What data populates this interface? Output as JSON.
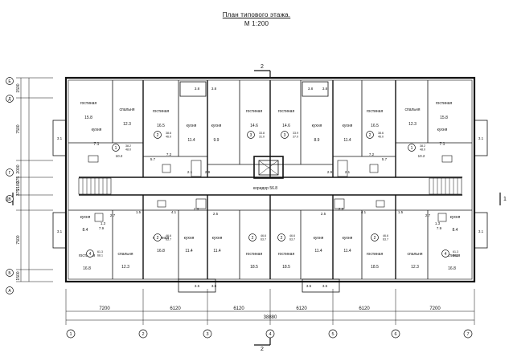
{
  "title": "План типового этажа.",
  "scale": "М 1:200",
  "corridor": {
    "label": "коридор",
    "area": "56.8"
  },
  "section_mark": "2",
  "side_mark": "1",
  "axes_letters": [
    "Е",
    "Д",
    "Г",
    "В",
    "Б",
    "А"
  ],
  "axes_numbers": [
    "1",
    "2",
    "3",
    "4",
    "5",
    "6",
    "7"
  ],
  "dims_bottom": [
    "7200",
    "6120",
    "6120",
    "6120",
    "6120",
    "7200"
  ],
  "dim_total": "38880",
  "dims_left": [
    "1500",
    "7500",
    "2000",
    "375",
    "2180",
    "375",
    "7500",
    "1500"
  ],
  "rooms_top": [
    {
      "name": "гостиная",
      "area": "15.8"
    },
    {
      "name": "спальня",
      "area": "12.3"
    },
    {
      "name": "кухня",
      "area": "7.1"
    },
    {
      "name": "гостиная",
      "area": "16.5"
    },
    {
      "name": "кухня",
      "area": "11.4"
    },
    {
      "name": "кухня",
      "area": "9.9"
    },
    {
      "name": "гостиная",
      "area": "14.6"
    },
    {
      "name": "гостиная",
      "area": "14.6"
    },
    {
      "name": "кухня",
      "area": "8.9"
    },
    {
      "name": "кухня",
      "area": "11.4"
    },
    {
      "name": "гостиная",
      "area": "16.5"
    },
    {
      "name": "спальня",
      "area": "12.3"
    },
    {
      "name": "гостиная",
      "area": "15.8"
    },
    {
      "name": "кухня",
      "area": "7.1"
    }
  ],
  "rooms_bottom": [
    {
      "name": "кухня",
      "area": "8.4"
    },
    {
      "name": "гостиная",
      "area": "16.8"
    },
    {
      "name": "спальня",
      "area": "12.3"
    },
    {
      "name": "гостиная",
      "area": "16.8"
    },
    {
      "name": "кухня",
      "area": "11.4"
    },
    {
      "name": "кухня",
      "area": "11.4"
    },
    {
      "name": "гостиная",
      "area": "18.5"
    },
    {
      "name": "гостиная",
      "area": "18.5"
    },
    {
      "name": "кухня",
      "area": "11.4"
    },
    {
      "name": "кухня",
      "area": "11.4"
    },
    {
      "name": "гостиная",
      "area": "18.5"
    },
    {
      "name": "спальня",
      "area": "12.3"
    },
    {
      "name": "гостиная",
      "area": "16.8"
    },
    {
      "name": "кухня",
      "area": "8.4"
    }
  ],
  "small_areas": [
    "3.8",
    "3.8",
    "3.8",
    "3.8",
    "3.5",
    "3.5",
    "3.5",
    "3.5",
    "3.1",
    "3.1",
    "3.1",
    "3.1",
    "5.7",
    "5.7",
    "2.1",
    "2.1",
    "2.9",
    "2.9",
    "2.7",
    "2.7",
    "1.3",
    "1.3",
    "7.2",
    "7.2",
    "7.9",
    "7.9",
    "10.2",
    "10.2",
    "2.3",
    "2.3",
    "2.5",
    "2.5",
    "4.1",
    "4.1",
    "1.5",
    "1.5"
  ],
  "apartment_marks": [
    "1",
    "2",
    "3",
    "3",
    "2",
    "1",
    "4",
    "2",
    "2",
    "2",
    "2",
    "4"
  ],
  "apartment_areas_top": [
    [
      "38.2",
      "48.0"
    ],
    [
      "38.6",
      "46.0"
    ],
    [
      "33.8",
      "31.0"
    ],
    [
      "33.9",
      "37.0"
    ],
    [
      "38.6",
      "46.0"
    ],
    [
      "38.2",
      "48.0"
    ]
  ],
  "apartment_areas_bottom": [
    [
      "61.3",
      "68.1"
    ],
    [
      "46.6",
      "63.7"
    ],
    [
      "46.6",
      "63.7"
    ],
    [
      "46.6",
      "63.7"
    ],
    [
      "46.6",
      "63.7"
    ],
    [
      "61.3",
      "68.1"
    ]
  ]
}
